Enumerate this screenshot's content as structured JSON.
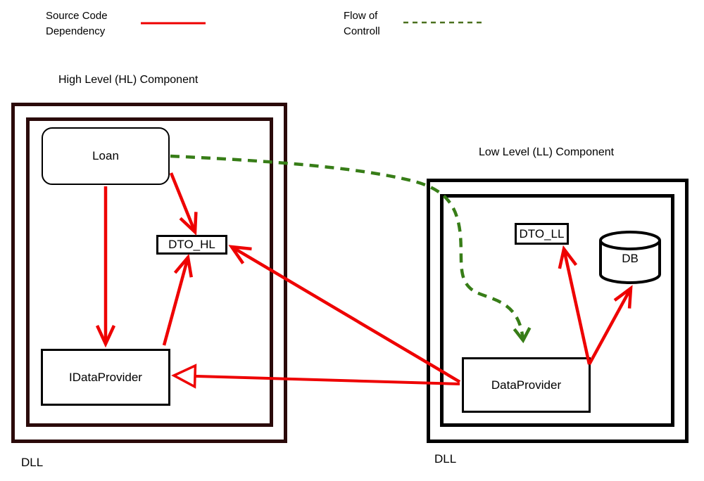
{
  "legend": {
    "source_code_label": "Source Code Dependency",
    "flow_label": "Flow of Controll"
  },
  "hl_component": {
    "title": "High Level (HL) Component",
    "dll_label": "DLL",
    "nodes": {
      "loan": "Loan",
      "dto_hl": "DTO_HL",
      "idataprovider": "IDataProvider"
    }
  },
  "ll_component": {
    "title": "Low Level (LL) Component",
    "dll_label": "DLL",
    "nodes": {
      "dto_ll": "DTO_LL",
      "db": "DB",
      "dataprovider": "DataProvider"
    }
  },
  "colors": {
    "red": "#ee0000",
    "green": "#377d17",
    "legend_green": "#4a701f",
    "hl_border": "#2b0a0a",
    "ll_border": "#000000",
    "arrowhead_fill": "#ffffff"
  }
}
